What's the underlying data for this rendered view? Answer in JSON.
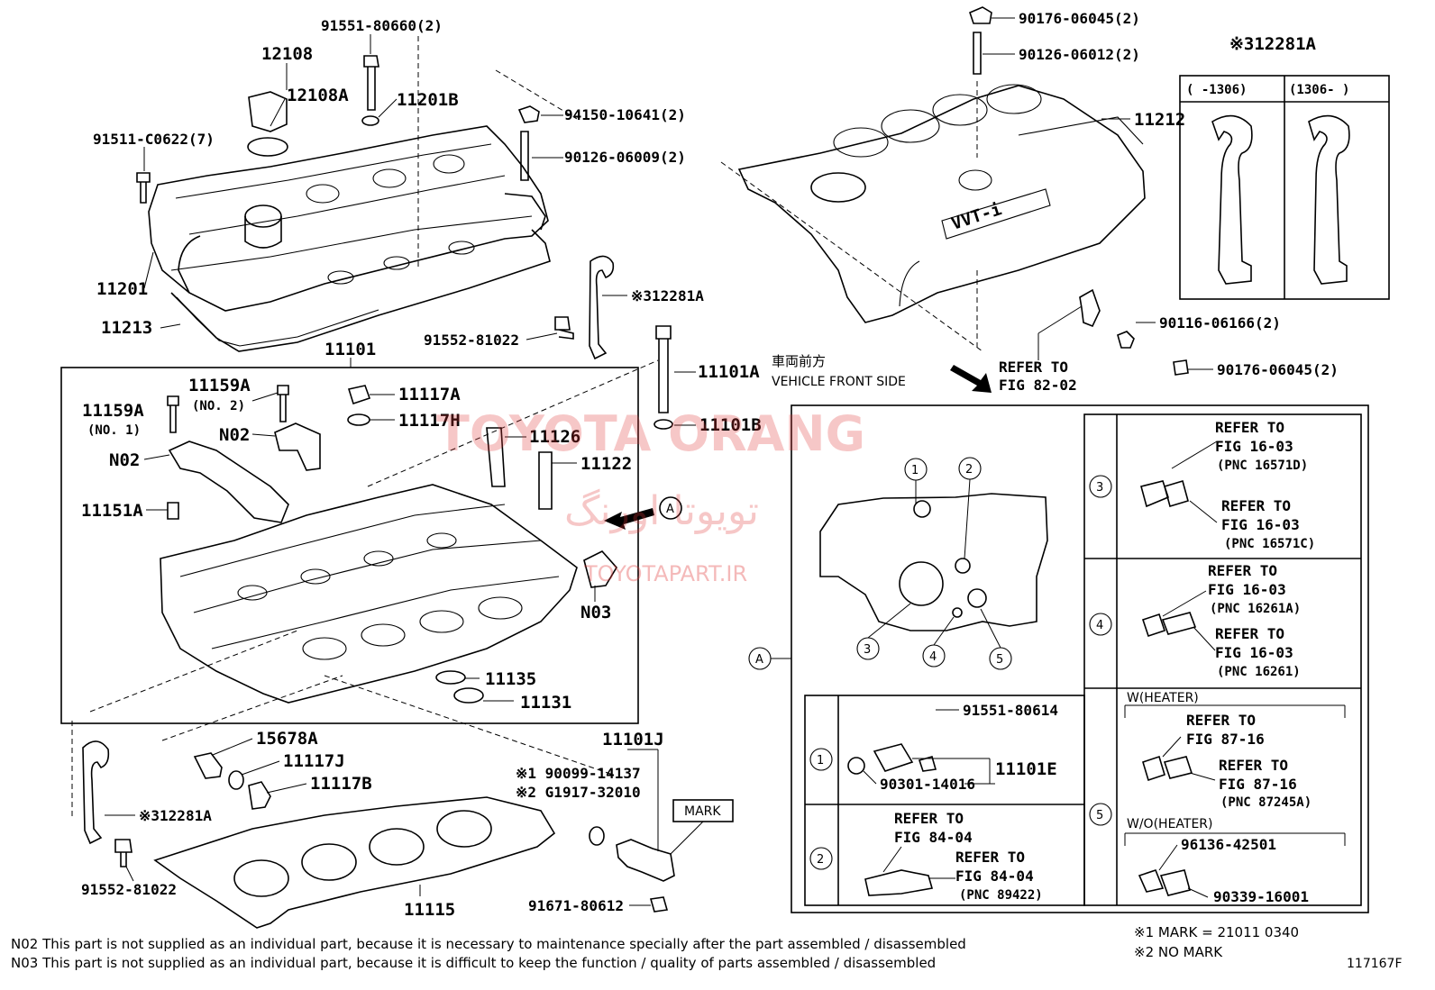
{
  "labels": {
    "p12108": "12108",
    "p12108A": "12108A",
    "p91551_80660": "91551-80660(2)",
    "p11201B": "11201B",
    "p91511_C0622": "91511-C0622(7)",
    "p94150_10641": "94150-10641(2)",
    "p90126_06009": "90126-06009(2)",
    "p11201": "11201",
    "p11213": "11213",
    "p12281A_mid": "※312281A",
    "p91552_81022_top": "91552-81022",
    "p11101": "11101",
    "p11101A": "11101A",
    "p11101B": "11101B",
    "p11159A_2": "11159A",
    "p11159A_2_note": "(NO. 2)",
    "p11159A_1": "11159A",
    "p11159A_1_note": "(NO. 1)",
    "p11117A": "11117A",
    "p11117H": "11117H",
    "pN02_a": "N02",
    "pN02_b": "N02",
    "p11126": "11126",
    "p11122": "11122",
    "p11151A": "11151A",
    "pN03": "N03",
    "p11135": "11135",
    "p11131": "11131",
    "p15678A": "15678A",
    "p11117J": "11117J",
    "p11117B": "11117B",
    "p12281A_low": "※312281A",
    "p91552_81022_low": "91552-81022",
    "p11115": "11115",
    "p11101J": "11101J",
    "p90099_14137": "※1 90099-14137",
    "pG1917_32010": "※2 G1917-32010",
    "mark": "MARK",
    "p91671_80612": "91671-80612",
    "p90176_06045_top": "90176-06045(2)",
    "p90126_06012": "90126-06012(2)",
    "p11212": "11212",
    "p90116_06166": "90116-06166(2)",
    "p90176_06045_low": "90176-06045(2)",
    "refer_82_line1": "REFER TO",
    "refer_82_line2": "FIG 82-02",
    "front_jp": "車両前方",
    "front_en": "VEHICLE FRONT SIDE",
    "inset_title": "※312281A",
    "inset_col1": "(    -1306)",
    "inset_col2": "(1306-    )",
    "detail_A": "A",
    "detail_A_call": "A"
  },
  "detail": {
    "callouts": [
      "1",
      "2",
      "3",
      "4",
      "5"
    ],
    "row3_r1a": "REFER TO",
    "row3_r1b": "FIG 16-03",
    "row3_r1c": "(PNC 16571D)",
    "row3_r2a": "REFER TO",
    "row3_r2b": "FIG 16-03",
    "row3_r2c": "(PNC 16571C)",
    "row4_r1a": "REFER TO",
    "row4_r1b": "FIG 16-03",
    "row4_r1c": "(PNC 16261A)",
    "row4_r2a": "REFER TO",
    "row4_r2b": "FIG 16-03",
    "row4_r2c": "(PNC 16261)",
    "row5_heater": "W(HEATER)",
    "row5_r1a": "REFER TO",
    "row5_r1b": "FIG 87-16",
    "row5_r2a": "REFER TO",
    "row5_r2b": "FIG 87-16",
    "row5_r2c": "(PNC 87245A)",
    "row5_noheater": "W/O(HEATER)",
    "row5_p1": "96136-42501",
    "row5_p2": "90339-16001",
    "row1_p1": "91551-80614",
    "row1_p2": "90301-14016",
    "row1_p3": "11101E",
    "row2_a": "REFER TO",
    "row2_b": "FIG 84-04",
    "row2_c": "REFER TO",
    "row2_d": "FIG 84-04",
    "row2_e": "(PNC 89422)"
  },
  "notes": {
    "n02": "N02  This part is not supplied as an individual part, because it is necessary to maintenance specially after the part assembled / disassembled",
    "n03": "N03  This part is not supplied as an individual part, because it is difficult to keep the function / quality of parts  assembled / disassembled",
    "mark1": "※1 MARK = 21011 0340",
    "mark2": "※2 NO MARK",
    "fig": "117167F"
  },
  "watermark": {
    "line1": "TOYOTA ORANG",
    "line2": "تویوتا اورنگ",
    "line3": "TOYOTAPART.IR"
  },
  "colors": {
    "ink": "#000000",
    "watermark": "#e23a3a"
  }
}
